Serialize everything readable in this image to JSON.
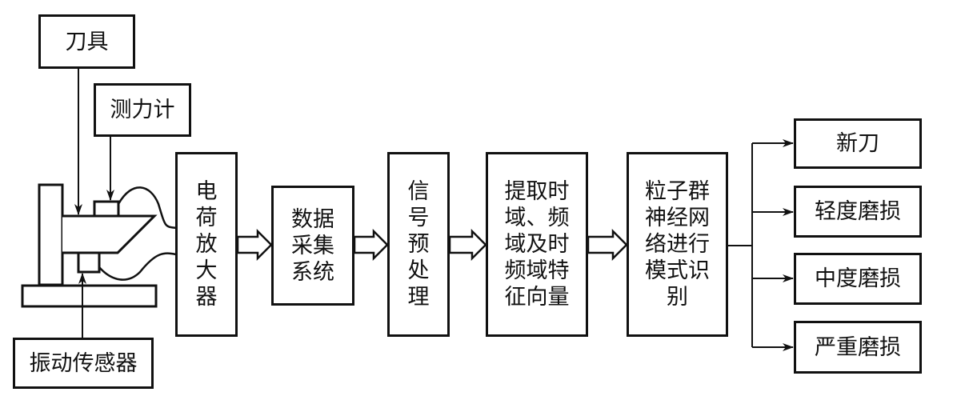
{
  "diagram": {
    "inputs": {
      "tool": "刀具",
      "dynamometer": "测力计",
      "vibration_sensor": "振动传感器"
    },
    "pipeline": [
      {
        "id": "charge-amplifier",
        "label": "电荷放大器"
      },
      {
        "id": "data-acquisition",
        "label": "数据采集系统"
      },
      {
        "id": "signal-preprocessing",
        "label": "信号预处理"
      },
      {
        "id": "feature-extraction",
        "label": "提取时域、频域及时频域特征向量"
      },
      {
        "id": "pso-nn-recognition",
        "label": "粒子群神经网络进行模式识别"
      }
    ],
    "outputs": [
      {
        "id": "new-tool",
        "label": "新刀"
      },
      {
        "id": "light-wear",
        "label": "轻度磨损"
      },
      {
        "id": "moderate-wear",
        "label": "中度磨损"
      },
      {
        "id": "severe-wear",
        "label": "严重磨损"
      }
    ]
  }
}
